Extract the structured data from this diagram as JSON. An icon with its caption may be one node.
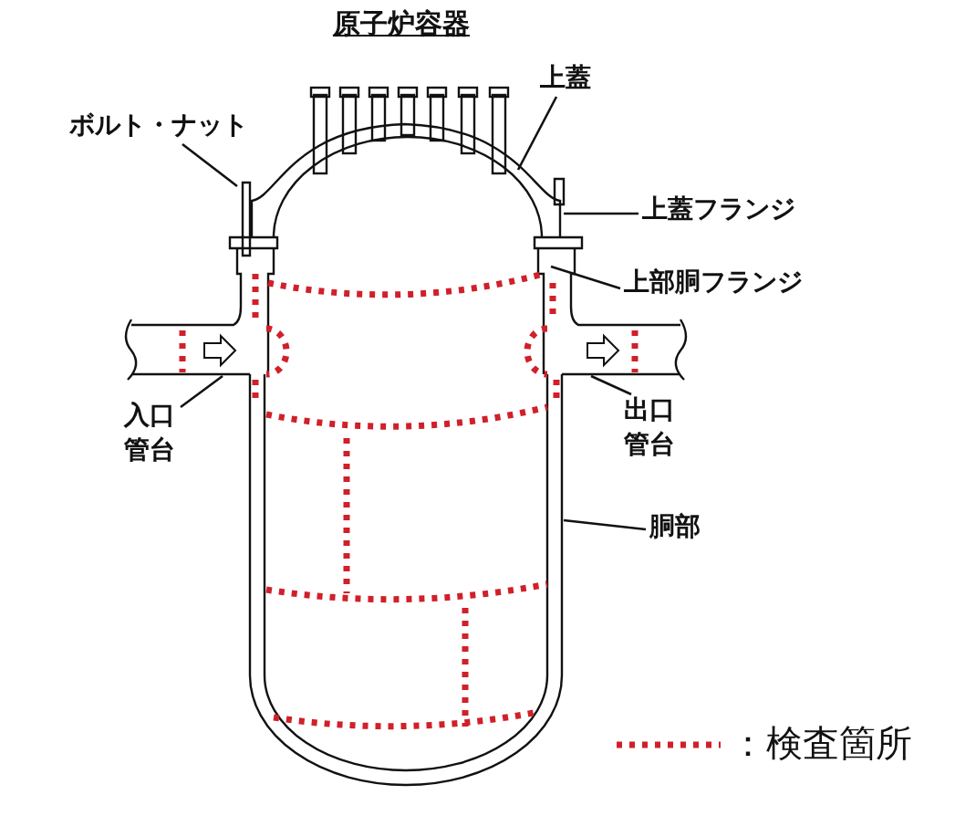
{
  "diagram": {
    "title": "原子炉容器",
    "nodes": [
      {
        "text": [
          "上蓋"
        ]
      },
      {
        "text": [
          "ボルト・ナット"
        ]
      },
      {
        "text": [
          "上蓋フランジ"
        ]
      },
      {
        "text": [
          "上部胴フランジ"
        ]
      },
      {
        "text": [
          "入口管台"
        ]
      },
      {
        "text": [
          "出口管台"
        ]
      },
      {
        "text": [
          "胴部"
        ]
      }
    ],
    "edges": [
      {
        "from": 0,
        "to": null,
        "arrow": "none"
      },
      {
        "from": 1,
        "to": null,
        "arrow": "none"
      },
      {
        "from": 2,
        "to": null,
        "arrow": "none"
      },
      {
        "from": 3,
        "to": null,
        "arrow": "none"
      },
      {
        "from": 4,
        "to": null,
        "arrow": "none"
      },
      {
        "from": 5,
        "to": null,
        "arrow": "none"
      },
      {
        "from": 6,
        "to": null,
        "arrow": "none"
      }
    ],
    "legend": [
      {
        "text": "：検査箇所"
      }
    ]
  }
}
